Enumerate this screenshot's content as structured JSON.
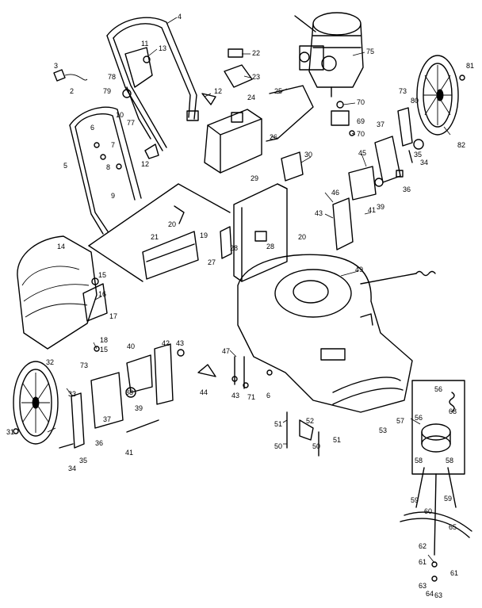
{
  "diagram": {
    "callouts": [
      {
        "id": "c4",
        "text": "4"
      },
      {
        "id": "c75",
        "text": "75"
      },
      {
        "id": "c11",
        "text": "11"
      },
      {
        "id": "c13",
        "text": "13"
      },
      {
        "id": "c22",
        "text": "22"
      },
      {
        "id": "c23",
        "text": "23"
      },
      {
        "id": "c81a",
        "text": "81"
      },
      {
        "id": "c3",
        "text": "3"
      },
      {
        "id": "c2",
        "text": "2"
      },
      {
        "id": "c78",
        "text": "78"
      },
      {
        "id": "c79",
        "text": "79"
      },
      {
        "id": "c10",
        "text": "10"
      },
      {
        "id": "c77",
        "text": "77"
      },
      {
        "id": "c12a",
        "text": "12"
      },
      {
        "id": "c25",
        "text": "25"
      },
      {
        "id": "c24",
        "text": "24"
      },
      {
        "id": "c70a",
        "text": "70"
      },
      {
        "id": "c69",
        "text": "69"
      },
      {
        "id": "c70b",
        "text": "70"
      },
      {
        "id": "c73a",
        "text": "73"
      },
      {
        "id": "c80",
        "text": "80"
      },
      {
        "id": "c82a",
        "text": "82"
      },
      {
        "id": "c6",
        "text": "6"
      },
      {
        "id": "c7",
        "text": "7"
      },
      {
        "id": "c8",
        "text": "8"
      },
      {
        "id": "c5",
        "text": "5"
      },
      {
        "id": "c12b",
        "text": "12"
      },
      {
        "id": "c26",
        "text": "26"
      },
      {
        "id": "c37a",
        "text": "37"
      },
      {
        "id": "c45",
        "text": "45"
      },
      {
        "id": "c35a",
        "text": "35"
      },
      {
        "id": "c34a",
        "text": "34"
      },
      {
        "id": "c36a",
        "text": "36"
      },
      {
        "id": "c30",
        "text": "30"
      },
      {
        "id": "c29",
        "text": "29"
      },
      {
        "id": "c46",
        "text": "46"
      },
      {
        "id": "c9",
        "text": "9"
      },
      {
        "id": "c43a",
        "text": "43"
      },
      {
        "id": "c41a",
        "text": "41"
      },
      {
        "id": "c39a",
        "text": "39"
      },
      {
        "id": "c20a",
        "text": "20"
      },
      {
        "id": "c21",
        "text": "21"
      },
      {
        "id": "c19",
        "text": "19"
      },
      {
        "id": "c27",
        "text": "27"
      },
      {
        "id": "c28a",
        "text": "28"
      },
      {
        "id": "c28b",
        "text": "28"
      },
      {
        "id": "c20b",
        "text": "20"
      },
      {
        "id": "c14",
        "text": "14"
      },
      {
        "id": "c15a",
        "text": "15"
      },
      {
        "id": "c49",
        "text": "49"
      },
      {
        "id": "c16",
        "text": "16"
      },
      {
        "id": "c17",
        "text": "17"
      },
      {
        "id": "c18",
        "text": "18"
      },
      {
        "id": "c15b",
        "text": "15"
      },
      {
        "id": "c40",
        "text": "40"
      },
      {
        "id": "c42",
        "text": "42"
      },
      {
        "id": "c43b",
        "text": "43"
      },
      {
        "id": "c47",
        "text": "47"
      },
      {
        "id": "c32",
        "text": "32"
      },
      {
        "id": "c73b",
        "text": "73"
      },
      {
        "id": "c44",
        "text": "44"
      },
      {
        "id": "c43c",
        "text": "43"
      },
      {
        "id": "c71",
        "text": "71"
      },
      {
        "id": "c6b",
        "text": "6"
      },
      {
        "id": "c33",
        "text": "33"
      },
      {
        "id": "c38",
        "text": "38"
      },
      {
        "id": "c37b",
        "text": "37"
      },
      {
        "id": "c39b",
        "text": "39"
      },
      {
        "id": "c51a",
        "text": "51"
      },
      {
        "id": "c52",
        "text": "52"
      },
      {
        "id": "c53",
        "text": "53"
      },
      {
        "id": "c31a",
        "text": "31"
      },
      {
        "id": "c36b",
        "text": "36"
      },
      {
        "id": "c35b",
        "text": "35"
      },
      {
        "id": "c34b",
        "text": "34"
      },
      {
        "id": "c41b",
        "text": "41"
      },
      {
        "id": "c50a",
        "text": "50"
      },
      {
        "id": "c50b",
        "text": "50"
      },
      {
        "id": "c51b",
        "text": "51"
      },
      {
        "id": "c56a",
        "text": "56"
      },
      {
        "id": "c56b",
        "text": "56"
      },
      {
        "id": "c68",
        "text": "68"
      },
      {
        "id": "c57",
        "text": "57"
      },
      {
        "id": "c58a",
        "text": "58"
      },
      {
        "id": "c58b",
        "text": "58"
      },
      {
        "id": "c59a",
        "text": "59"
      },
      {
        "id": "c59b",
        "text": "59"
      },
      {
        "id": "c60",
        "text": "60"
      },
      {
        "id": "c65",
        "text": "65"
      },
      {
        "id": "c62",
        "text": "62"
      },
      {
        "id": "c61a",
        "text": "61"
      },
      {
        "id": "c61b",
        "text": "61"
      },
      {
        "id": "c63a",
        "text": "63"
      },
      {
        "id": "c64",
        "text": "64"
      },
      {
        "id": "c63b",
        "text": "63"
      }
    ]
  }
}
